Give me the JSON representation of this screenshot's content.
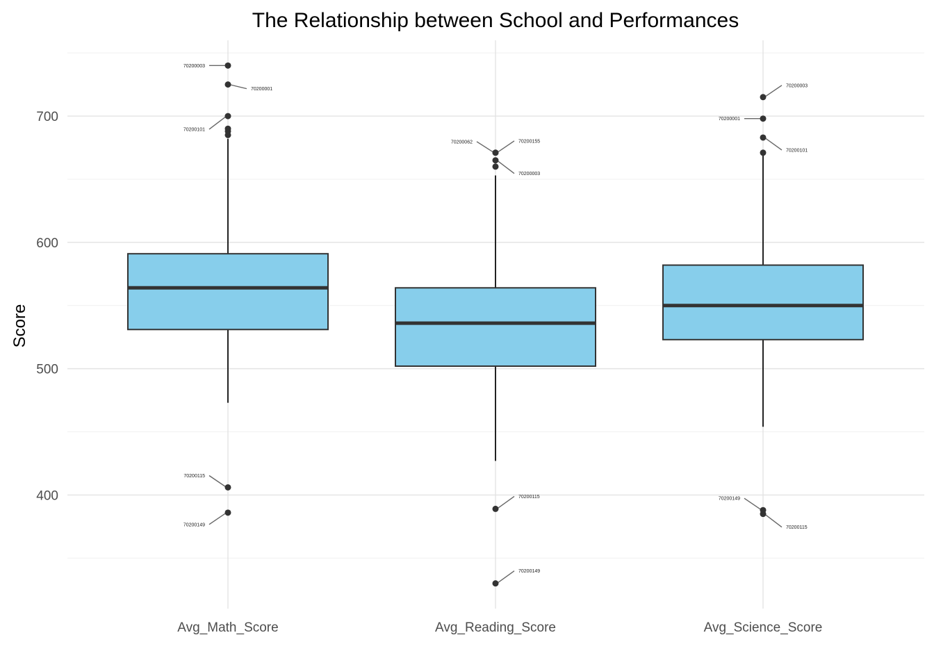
{
  "chart_data": {
    "type": "box",
    "title": "The Relationship between School and Performances",
    "xlabel": "",
    "ylabel": "Score",
    "ylim": [
      310,
      760
    ],
    "yticks": [
      400,
      500,
      600,
      700
    ],
    "grid": true,
    "box_fill": "#87CEEB",
    "box_stroke": "#333333",
    "point_color": "#333333",
    "leader_color": "#666666",
    "categories": [
      "Avg_Math_Score",
      "Avg_Reading_Score",
      "Avg_Science_Score"
    ],
    "boxes": [
      {
        "category": "Avg_Math_Score",
        "lower_whisker": 473,
        "q1": 531,
        "median": 564,
        "q3": 591,
        "upper_whisker": 682,
        "outliers": [
          {
            "value": 740,
            "label": "70200003",
            "side": "left",
            "dx": -0.6,
            "dy": 0
          },
          {
            "value": 725,
            "label": "70200001",
            "side": "right",
            "dx": 0.6,
            "dy": -6
          },
          {
            "value": 700,
            "label": "70200101",
            "side": "left",
            "dx": -0.6,
            "dy": -19
          },
          {
            "value": 690,
            "label": "",
            "side": "",
            "dx": 0,
            "dy": 0
          },
          {
            "value": 688,
            "label": "",
            "side": "",
            "dx": 0,
            "dy": 0
          },
          {
            "value": 685,
            "label": "",
            "side": "",
            "dx": 0,
            "dy": 0
          },
          {
            "value": 406,
            "label": "70200115",
            "side": "left",
            "dx": -0.6,
            "dy": 17
          },
          {
            "value": 386,
            "label": "70200149",
            "side": "left",
            "dx": -0.6,
            "dy": -17
          }
        ]
      },
      {
        "category": "Avg_Reading_Score",
        "lower_whisker": 427,
        "q1": 502,
        "median": 536,
        "q3": 564,
        "upper_whisker": 653,
        "outliers": [
          {
            "value": 671,
            "label": "70200062",
            "side": "left",
            "dx": -0.6,
            "dy": 16
          },
          {
            "value": 671,
            "label": "70200155",
            "side": "right",
            "dx": 0.6,
            "dy": 17
          },
          {
            "value": 665,
            "label": "70200003",
            "side": "right",
            "dx": 0.6,
            "dy": -19
          },
          {
            "value": 660,
            "label": "",
            "side": "",
            "dx": 0,
            "dy": 0
          },
          {
            "value": 389,
            "label": "70200115",
            "side": "right",
            "dx": 0.6,
            "dy": 18
          },
          {
            "value": 330,
            "label": "70200149",
            "side": "right",
            "dx": 0.6,
            "dy": 18
          }
        ]
      },
      {
        "category": "Avg_Science_Score",
        "lower_whisker": 454,
        "q1": 523,
        "median": 550,
        "q3": 582,
        "upper_whisker": 671,
        "outliers": [
          {
            "value": 715,
            "label": "70200003",
            "side": "right",
            "dx": 0.6,
            "dy": 17
          },
          {
            "value": 698,
            "label": "70200001",
            "side": "left",
            "dx": -0.6,
            "dy": 0
          },
          {
            "value": 683,
            "label": "70200101",
            "side": "right",
            "dx": 0.6,
            "dy": -18
          },
          {
            "value": 671,
            "label": "",
            "side": "",
            "dx": 0,
            "dy": 0
          },
          {
            "value": 388,
            "label": "70200149",
            "side": "left",
            "dx": -0.6,
            "dy": 17
          },
          {
            "value": 385,
            "label": "70200115",
            "side": "right",
            "dx": 0.6,
            "dy": -19
          }
        ]
      }
    ]
  }
}
